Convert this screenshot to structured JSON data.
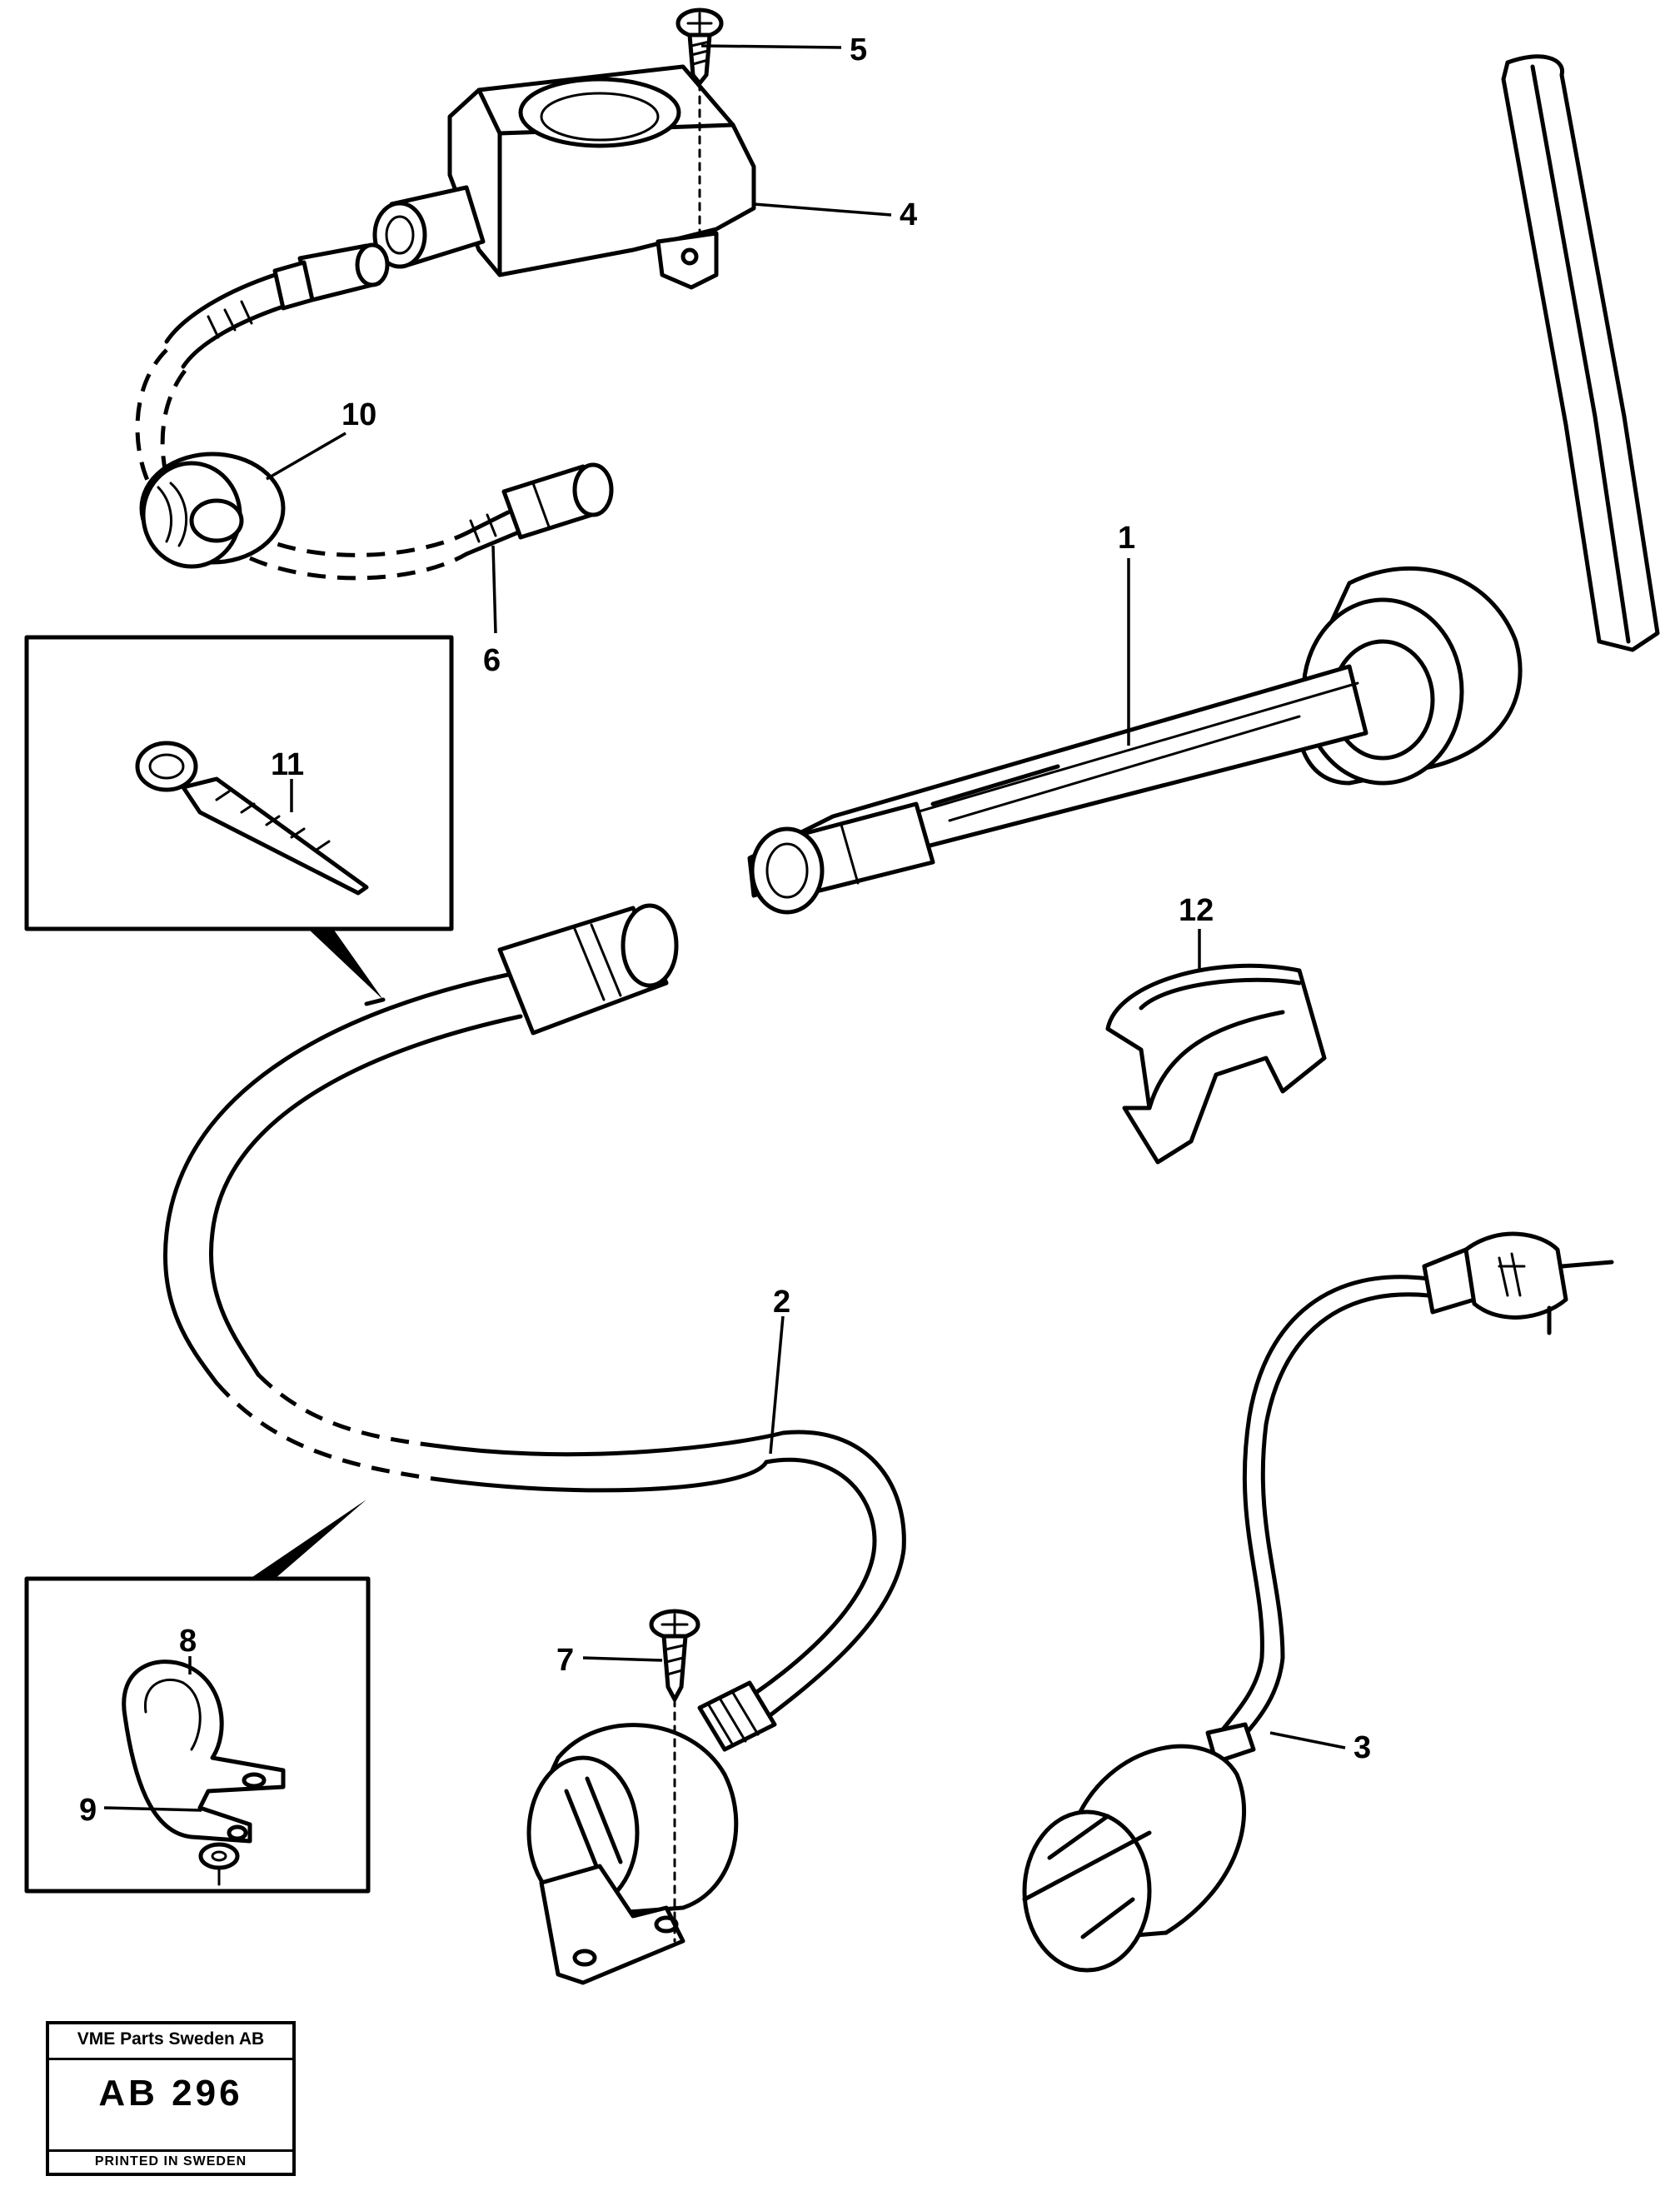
{
  "callouts": [
    {
      "id": "1",
      "label": "1"
    },
    {
      "id": "2",
      "label": "2"
    },
    {
      "id": "3",
      "label": "3"
    },
    {
      "id": "4",
      "label": "4"
    },
    {
      "id": "5",
      "label": "5"
    },
    {
      "id": "6",
      "label": "6"
    },
    {
      "id": "7",
      "label": "7"
    },
    {
      "id": "8",
      "label": "8"
    },
    {
      "id": "9",
      "label": "9"
    },
    {
      "id": "10",
      "label": "10"
    },
    {
      "id": "11",
      "label": "11"
    },
    {
      "id": "12",
      "label": "12"
    }
  ],
  "stamp": {
    "company": "VME Parts Sweden AB",
    "code": "AB 296",
    "printed": "PRINTED IN SWEDEN"
  }
}
